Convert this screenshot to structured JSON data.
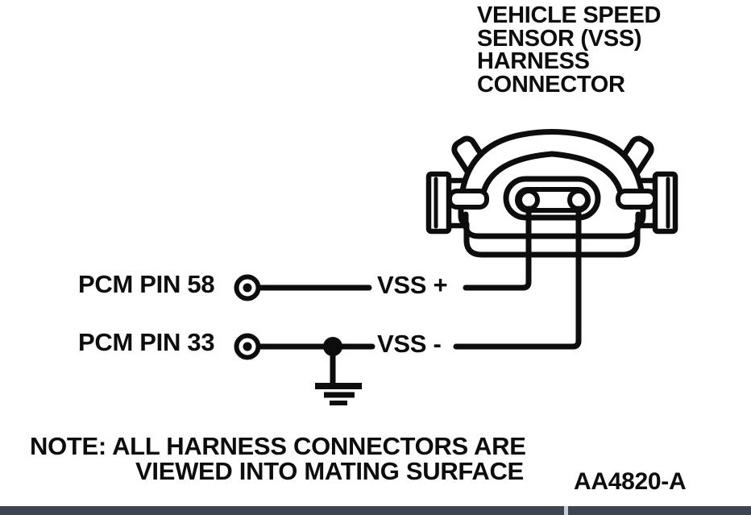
{
  "title": {
    "lines": [
      "VEHICLE SPEED",
      "SENSOR (VSS)",
      "HARNESS",
      "CONNECTOR"
    ]
  },
  "pins": [
    {
      "label": "PCM PIN 58",
      "signal": "VSS +"
    },
    {
      "label": "PCM PIN 33",
      "signal": "VSS -"
    }
  ],
  "note": {
    "line1": "NOTE: ALL HARNESS CONNECTORS ARE",
    "line2": "VIEWED INTO MATING SURFACE"
  },
  "figure_code": "AA4820-A",
  "diagram": {
    "icons": [
      "vss-harness-connector-drawing",
      "pcm-pin-58-terminal-icon",
      "pcm-pin-33-terminal-icon",
      "junction-dot-icon",
      "ground-icon"
    ],
    "connections": [
      "PCM PIN 58 — VSS + — connector left pin",
      "PCM PIN 33 — VSS - — connector right pin (grounded at junction)"
    ]
  },
  "colors": {
    "line": "#0d0d0d",
    "background": "#ffffff",
    "bottom_bar": "#3d4551",
    "bottom_bar_divider": "#c9ced6"
  }
}
